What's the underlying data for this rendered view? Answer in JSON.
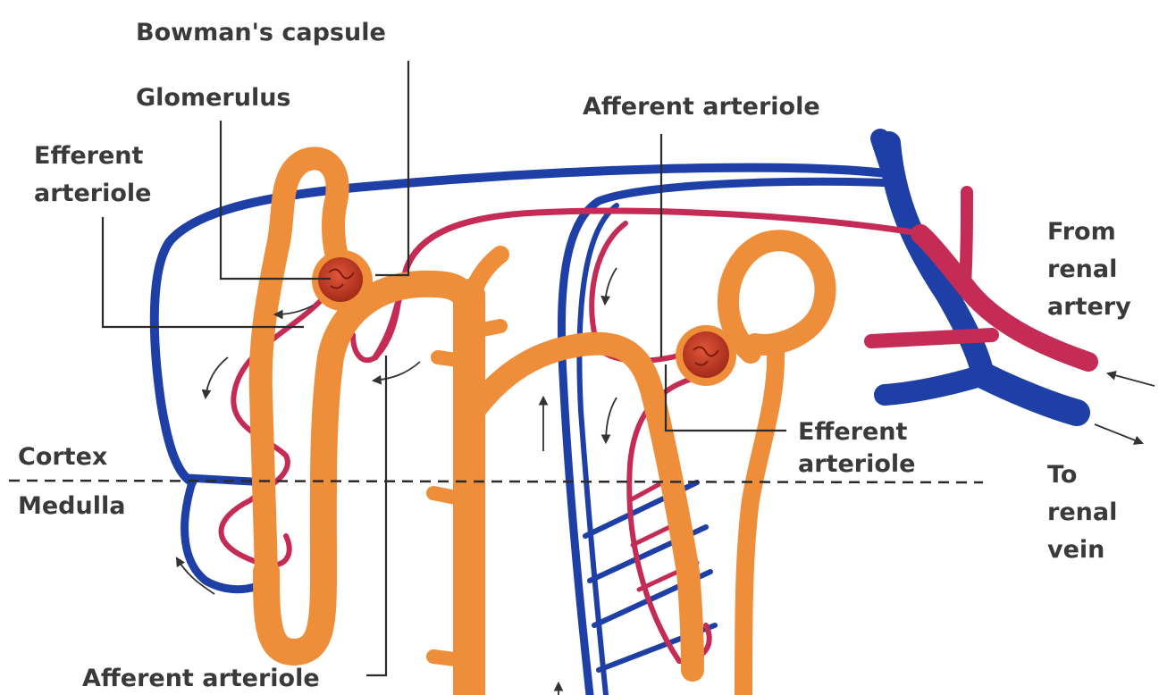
{
  "labels": {
    "bowmans_capsule": "Bowman's capsule",
    "glomerulus": "Glomerulus",
    "efferent_left_line1": "Efferent",
    "efferent_left_line2": "arteriole",
    "afferent_top": "Afferent arteriole",
    "from_line1": "From",
    "from_line2": "renal",
    "from_line3": "artery",
    "efferent_right_line1": "Efferent",
    "efferent_right_line2": "arteriole",
    "cortex": "Cortex",
    "medulla": "Medulla",
    "to_line1": "To",
    "to_line2": "renal",
    "to_line3": "vein",
    "afferent_bottom": "Afferent arteriole"
  },
  "colors": {
    "vein": "#1e3fa6",
    "artery": "#c42c55",
    "tubule": "#ee8e3a",
    "glomerulus": "#c03a22",
    "label_text": "#3a3a3a"
  }
}
